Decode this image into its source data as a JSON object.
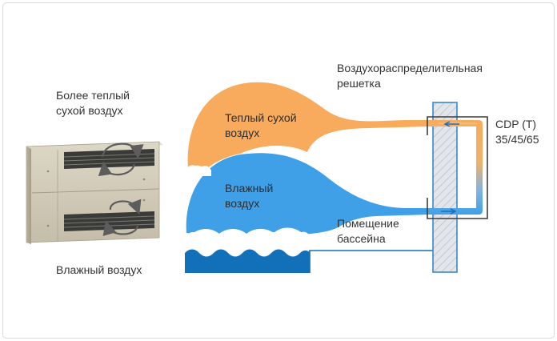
{
  "labels": {
    "warm_dry_air_unit": [
      "Более теплый",
      "сухой воздух"
    ],
    "humid_air_unit": "Влажный воздух",
    "warm_dry_air_flow": [
      "Теплый сухой",
      "воздух"
    ],
    "humid_air_flow": [
      "Влажный",
      "воздух"
    ],
    "air_grille": [
      "Воздухораспределительная",
      "решетка"
    ],
    "cdp_model": [
      "CDP (T)",
      "35/45/65"
    ],
    "pool_room": [
      "Помещение",
      "бассейна"
    ]
  },
  "colors": {
    "warm_air": "#f8ab5c",
    "humid_air": "#3fa0e8",
    "pool_water": "#1170b8",
    "unit_body": "#cfc8b6",
    "wall_fill": "#dfe3ea",
    "wall_border": "#3a87c8",
    "duct_stroke": "#3c3c3c"
  }
}
